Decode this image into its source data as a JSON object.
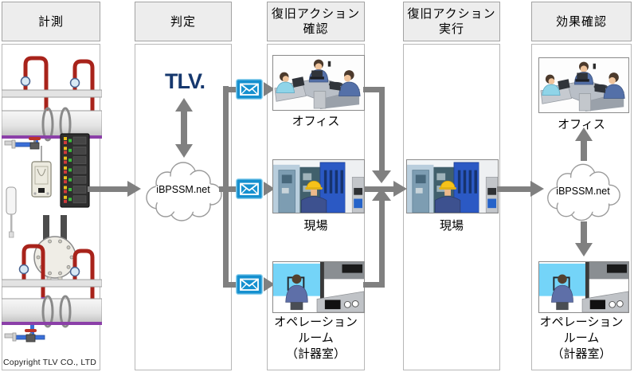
{
  "columns": [
    {
      "id": "measurement",
      "header_lines": [
        "計測"
      ]
    },
    {
      "id": "judgment",
      "header_lines": [
        "判定"
      ]
    },
    {
      "id": "recovery_confirm",
      "header_lines": [
        "復旧アクション",
        "確認"
      ]
    },
    {
      "id": "recovery_execute",
      "header_lines": [
        "復旧アクション",
        "実行"
      ]
    },
    {
      "id": "effect_confirm",
      "header_lines": [
        "効果確認"
      ]
    }
  ],
  "judgment": {
    "tlv_logo": "TLV.",
    "cloud_label": "iBPSSM.net"
  },
  "recovery_confirm": {
    "office_label": "オフィス",
    "site_label": "現場",
    "opsroom_lines": [
      "オペレーション",
      "ルーム",
      "（計器室）"
    ]
  },
  "recovery_execute": {
    "site_label": "現場"
  },
  "effect_confirm": {
    "office_label": "オフィス",
    "cloud_label": "iBPSSM.net",
    "opsroom_lines": [
      "オペレーション",
      "ルーム",
      "（計器室）"
    ]
  },
  "footer": {
    "copyright": "Copyright TLV CO., LTD"
  },
  "icons": [
    "email-icon",
    "cloud-icon"
  ],
  "colors": {
    "arrow_gray": "#808080",
    "envelope_blue": "#1590cf",
    "tlv_navy": "#16386e",
    "header_bg": "#ededed",
    "screen_cyan": "#74d4f8",
    "helmet_yellow": "#f6c21a",
    "panel_blue": "#2b59c4"
  }
}
